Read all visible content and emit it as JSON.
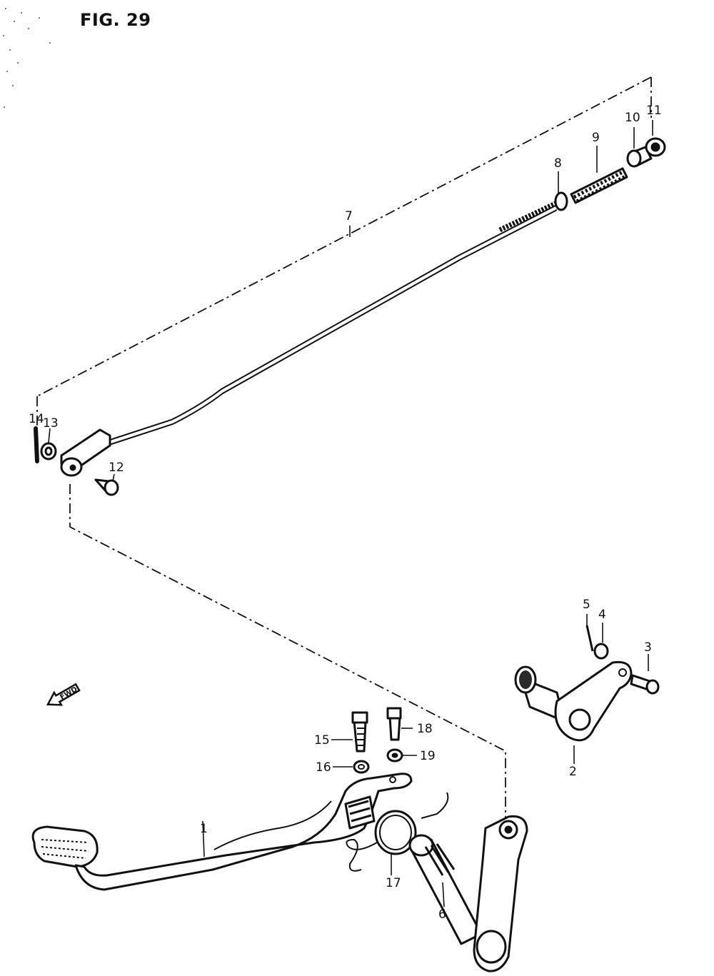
{
  "figure": {
    "title": "FIG. 29"
  },
  "direction_marker": {
    "label": "FWD",
    "icon": "forward-arrow-icon"
  },
  "callouts": {
    "p1": "1",
    "p2": "2",
    "p3": "3",
    "p4": "4",
    "p5": "5",
    "p6": "6",
    "p7": "7",
    "p8": "8",
    "p9": "9",
    "p10": "10",
    "p11": "11",
    "p12": "12",
    "p13": "13",
    "p14": "14",
    "p15": "15",
    "p16": "16",
    "p17": "17",
    "p18": "18",
    "p19": "19"
  }
}
